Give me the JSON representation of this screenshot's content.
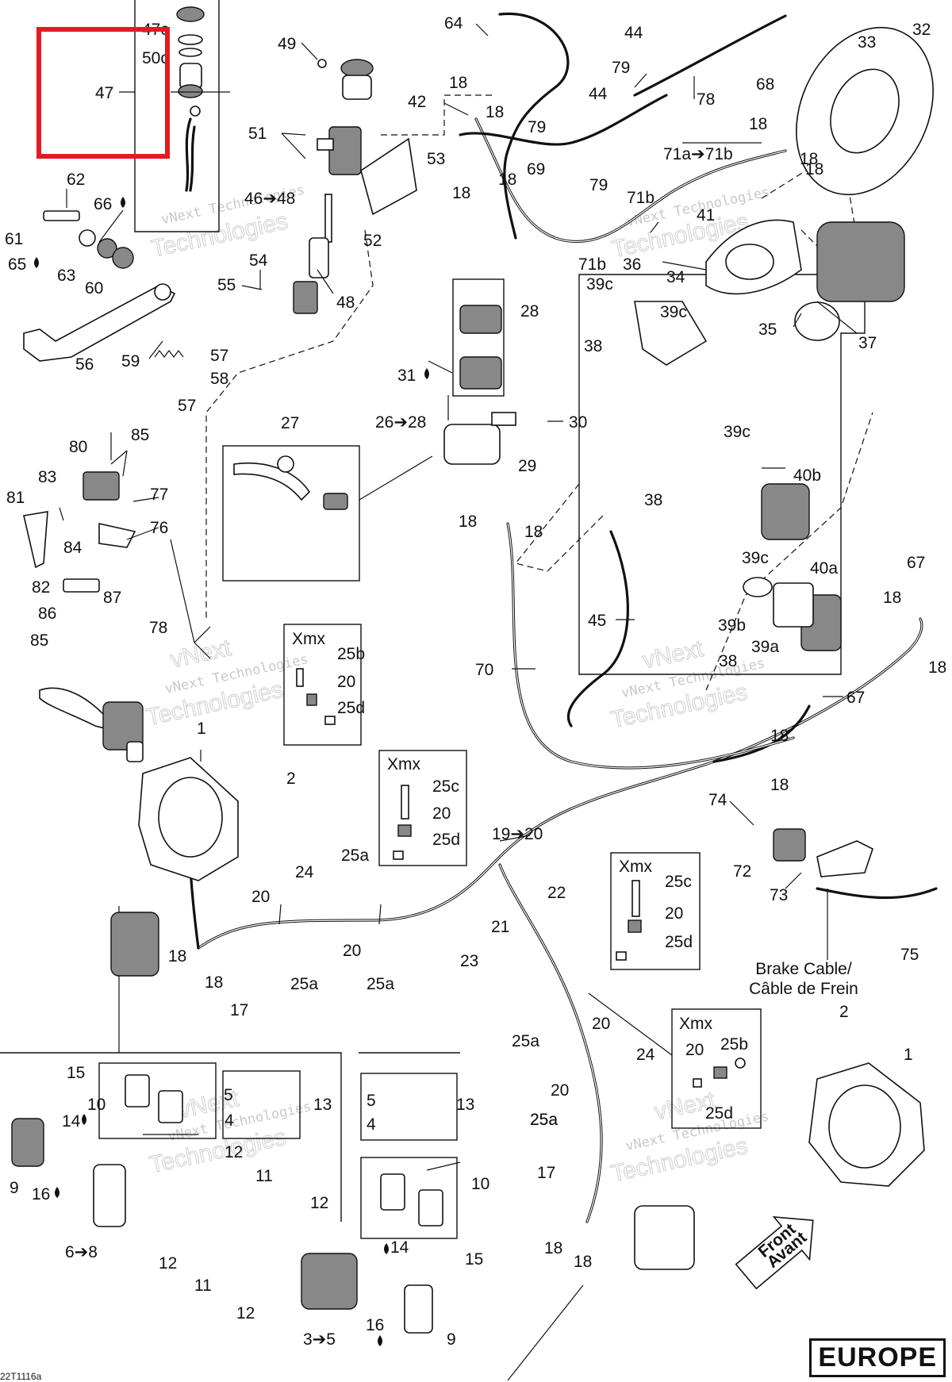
{
  "diagram": {
    "region_label": "EUROPE",
    "document_code": "22T1116a",
    "watermark_line1": "vNext",
    "watermark_line2": "vNext Technologies",
    "watermark_line3": "Technologies",
    "brake_cable_en": "Brake Cable/",
    "brake_cable_fr": "Câble de Frein",
    "front_en": "Front",
    "front_fr": "Avant",
    "variant_boxes": [
      {
        "title": "Xmx",
        "labels": [
          "25b",
          "20",
          "25d"
        ]
      },
      {
        "title": "Xmx",
        "labels": [
          "25c",
          "20",
          "25d"
        ]
      },
      {
        "title": "Xmx",
        "labels": [
          "25c",
          "20",
          "25d"
        ]
      },
      {
        "title": "Xmx",
        "labels": [
          "20",
          "25b",
          "25d"
        ]
      }
    ],
    "callouts": [
      "47c",
      "50c",
      "47",
      "49",
      "64",
      "44",
      "79",
      "78",
      "33",
      "32",
      "18",
      "18",
      "42",
      "79",
      "51",
      "53",
      "18",
      "18",
      "69",
      "79",
      "44",
      "68",
      "18",
      "18",
      "71a➔71b",
      "46➔48",
      "18",
      "71b",
      "41",
      "71b",
      "62",
      "66",
      "61",
      "65",
      "63",
      "60",
      "52",
      "36",
      "34",
      "54",
      "55",
      "48",
      "35",
      "56",
      "59",
      "57",
      "58",
      "57",
      "39c",
      "39c",
      "38",
      "37",
      "28",
      "31",
      "26➔28",
      "30",
      "29",
      "27",
      "80",
      "85",
      "83",
      "77",
      "81",
      "76",
      "84",
      "82",
      "87",
      "86",
      "85",
      "78",
      "39c",
      "40b",
      "38",
      "18",
      "18",
      "39c",
      "40a",
      "45",
      "39b",
      "39a",
      "38",
      "67",
      "18",
      "18",
      "70",
      "67",
      "18",
      "18",
      "1",
      "2",
      "19➔20",
      "74",
      "72",
      "73",
      "24",
      "25a",
      "20",
      "22",
      "21",
      "23",
      "20",
      "25a",
      "25a",
      "18",
      "18",
      "17",
      "75",
      "2",
      "1",
      "25a",
      "20",
      "24",
      "25a",
      "15",
      "10",
      "5",
      "13",
      "5",
      "13",
      "14",
      "4",
      "4",
      "9",
      "12",
      "11",
      "16",
      "12",
      "6➔8",
      "12",
      "11",
      "12",
      "10",
      "14",
      "15",
      "16",
      "9",
      "3➔5",
      "17",
      "18",
      "18",
      "20",
      "25a"
    ]
  }
}
